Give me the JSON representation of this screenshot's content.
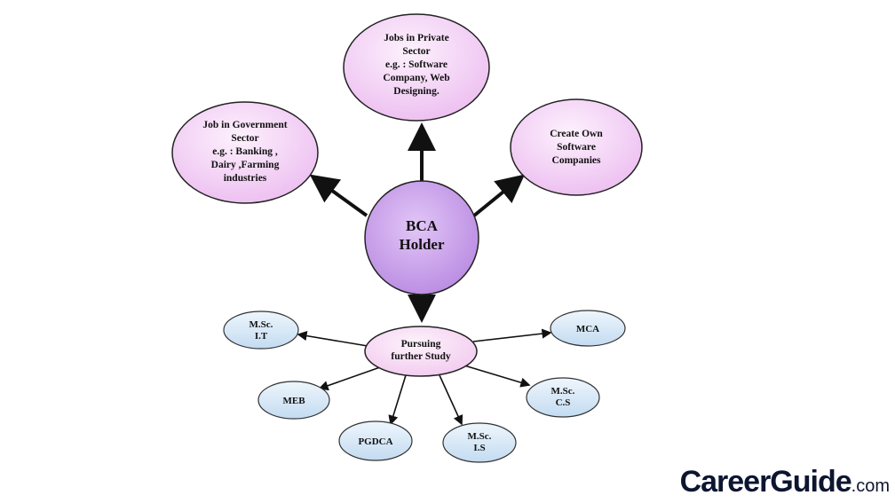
{
  "diagram": {
    "nodes": {
      "center": {
        "lines": [
          "BCA",
          "Holder"
        ]
      },
      "private": {
        "lines": [
          "Jobs in Private",
          "Sector",
          "e.g. : Software",
          "Company, Web",
          "Designing."
        ]
      },
      "government": {
        "lines": [
          "Job in Government",
          "Sector",
          "e.g. : Banking ,",
          "Dairy ,Farming",
          "industries"
        ]
      },
      "own": {
        "lines": [
          "Create Own",
          "Software",
          "Companies"
        ]
      },
      "study": {
        "lines": [
          "Pursuing",
          "further Study"
        ]
      },
      "msc_it": {
        "lines": [
          "M.Sc.",
          "I.T"
        ]
      },
      "mca": {
        "lines": [
          "MCA"
        ]
      },
      "meb": {
        "lines": [
          "MEB"
        ]
      },
      "msc_cs": {
        "lines": [
          "M.Sc.",
          "C.S"
        ]
      },
      "pgdca": {
        "lines": [
          "PGDCA"
        ]
      },
      "msc_is": {
        "lines": [
          "M.Sc.",
          "I.S"
        ]
      }
    }
  },
  "logo": {
    "brand": "CareerGuide",
    "tld": ".com"
  },
  "colors": {
    "center_fill": "#c9a0ea",
    "pink_fill": "#f4d2f6",
    "study_fill": "#f7d6f4",
    "blue_fill": "#d5e6f5",
    "stroke": "#222222",
    "logo": "#0d1630"
  }
}
